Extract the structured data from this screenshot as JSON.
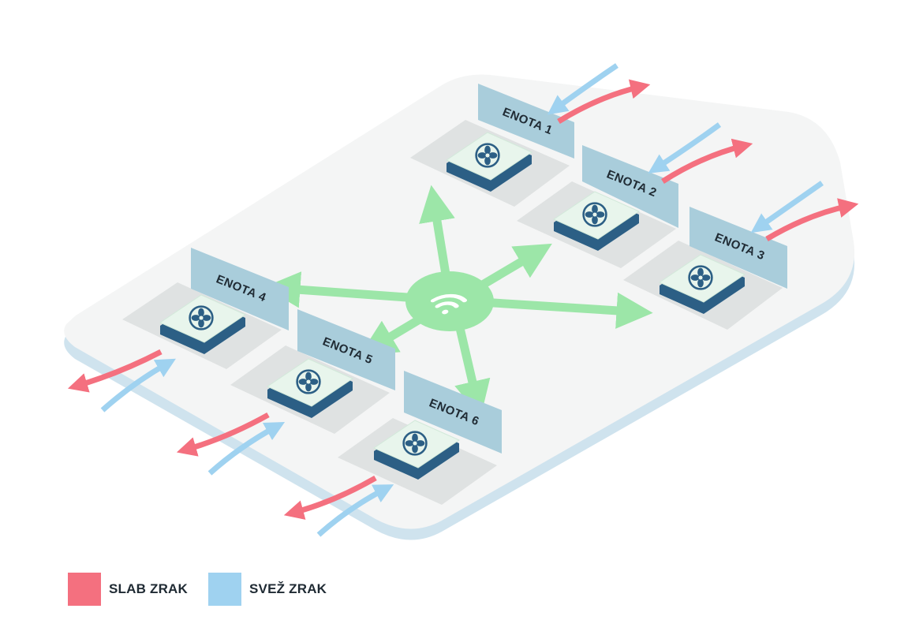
{
  "colors": {
    "stale_air": "#f4707f",
    "fresh_air": "#9fd2f0",
    "signal": "#9ce6a8",
    "platform": "#f4f5f5",
    "platform_edge": "#cfe3ee",
    "label_panel": "#a9cddb",
    "fan_face": "#e8f5ec",
    "fan_side": "#2c5f85"
  },
  "hub": {
    "icon": "wifi-icon"
  },
  "units": [
    {
      "label": "ENOTA 1"
    },
    {
      "label": "ENOTA 2"
    },
    {
      "label": "ENOTA 3"
    },
    {
      "label": "ENOTA 4"
    },
    {
      "label": "ENOTA 5"
    },
    {
      "label": "ENOTA 6"
    }
  ],
  "legend": {
    "stale_label": "SLAB ZRAK",
    "fresh_label": "SVEŽ ZRAK"
  }
}
